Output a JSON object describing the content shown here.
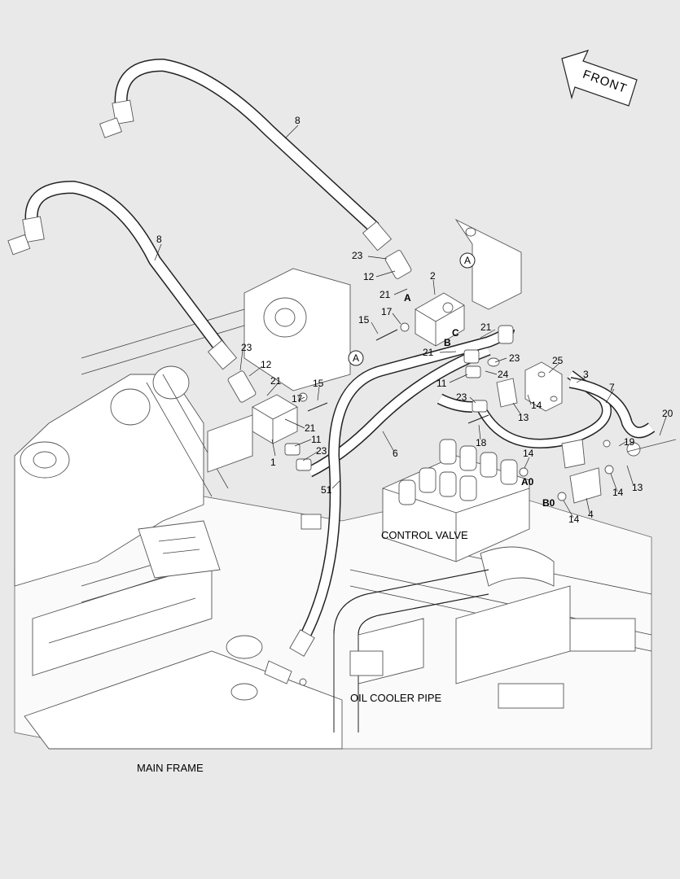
{
  "labels": {
    "front": "FRONT",
    "control_valve": "CONTROL VALVE",
    "oil_cooler_pipe": "OIL COOLER PIPE",
    "main_frame": "MAIN FRAME",
    "circle_a": "A"
  },
  "callouts": {
    "c8_top": "8",
    "c8_left": "8",
    "c23_a": "23",
    "c12_a": "12",
    "c21_a": "21",
    "c2": "2",
    "c17_a": "17",
    "c15_a": "15",
    "c21_b": "21",
    "c21_c": "21",
    "c23_b": "23",
    "c25": "25",
    "c3": "3",
    "c7": "7",
    "c23_c": "23",
    "c12_b": "12",
    "c21_d": "21",
    "c15_b": "15",
    "c17_b": "17",
    "c21_e": "21",
    "c11_a": "11",
    "c23_d": "23",
    "c1": "1",
    "c11_b": "11",
    "c24": "24",
    "c23_e": "23",
    "c14_a": "14",
    "c13_a": "13",
    "c18": "18",
    "c6": "6",
    "c20": "20",
    "c19": "19",
    "c14_b": "14",
    "c14_c": "14",
    "c13_b": "13",
    "c14_d": "14",
    "c4": "4",
    "c51": "51"
  },
  "ports": {
    "a": "A",
    "b": "B",
    "c": "C",
    "a0": "A0",
    "b0": "B0"
  }
}
